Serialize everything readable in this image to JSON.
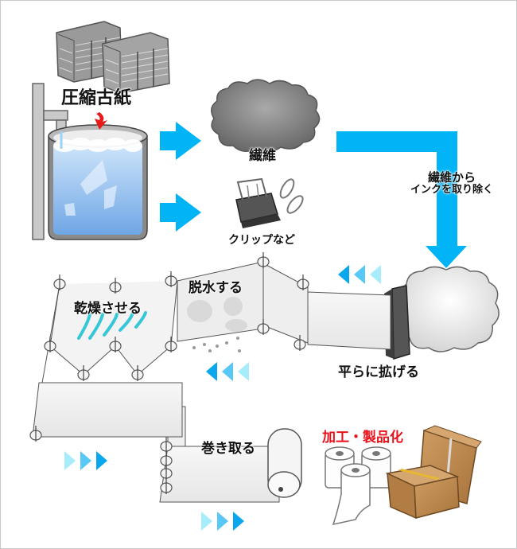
{
  "diagram": {
    "title": "",
    "colors": {
      "flow_arrow": "#00b4f5",
      "chevron_dark": "#0aa6ee",
      "chevron_mid": "#58c8f6",
      "chevron_light": "#a6ecfb",
      "product_label": "#e8101a",
      "feed_arrow": "#e81a1a",
      "cardboard": "#b9864e"
    },
    "labels": {
      "compressed_waste_paper": "圧縮古紙",
      "fiber": "繊維",
      "clips_etc": "クリップなど",
      "deink_line1": "繊維から",
      "deink_line2": "インクを取り除く",
      "spread_flat": "平らに拡げる",
      "dewater": "脱水する",
      "dry": "乾燥させる",
      "wind_up": "巻き取る",
      "process_products": "加工・製品化"
    },
    "nodes": [
      {
        "id": "waste-paper-bales",
        "icon": "paper-bale-icon"
      },
      {
        "id": "pulper-tank",
        "icon": "tank-icon"
      },
      {
        "id": "fiber-cloud",
        "icon": "fiber-cloud-icon"
      },
      {
        "id": "clips",
        "icon": "binder-clip-icon"
      },
      {
        "id": "fiber-mass-white",
        "icon": "pulp-cloud-icon"
      },
      {
        "id": "spreader",
        "icon": "headbox-icon"
      },
      {
        "id": "dewatering-rollers",
        "icon": "roller-icon"
      },
      {
        "id": "drying-rollers",
        "icon": "roller-icon"
      },
      {
        "id": "wind-up-roll",
        "icon": "paper-roll-icon"
      },
      {
        "id": "products",
        "icon": "toilet-paper-and-boxes-icon"
      }
    ],
    "edges": [
      {
        "from": "waste-paper-bales",
        "to": "pulper-tank"
      },
      {
        "from": "pulper-tank",
        "to": "fiber-cloud"
      },
      {
        "from": "pulper-tank",
        "to": "clips"
      },
      {
        "from": "fiber-cloud",
        "to": "fiber-mass-white",
        "label": "繊維からインクを取り除く"
      },
      {
        "from": "fiber-mass-white",
        "to": "spreader"
      },
      {
        "from": "spreader",
        "to": "dewatering-rollers"
      },
      {
        "from": "dewatering-rollers",
        "to": "drying-rollers"
      },
      {
        "from": "drying-rollers",
        "to": "wind-up-roll"
      },
      {
        "from": "wind-up-roll",
        "to": "products"
      }
    ],
    "flow_direction_markers": [
      {
        "id": "upper-right",
        "direction": "left"
      },
      {
        "id": "middle",
        "direction": "left"
      },
      {
        "id": "lower-left",
        "direction": "right"
      },
      {
        "id": "bottom",
        "direction": "right"
      }
    ]
  }
}
